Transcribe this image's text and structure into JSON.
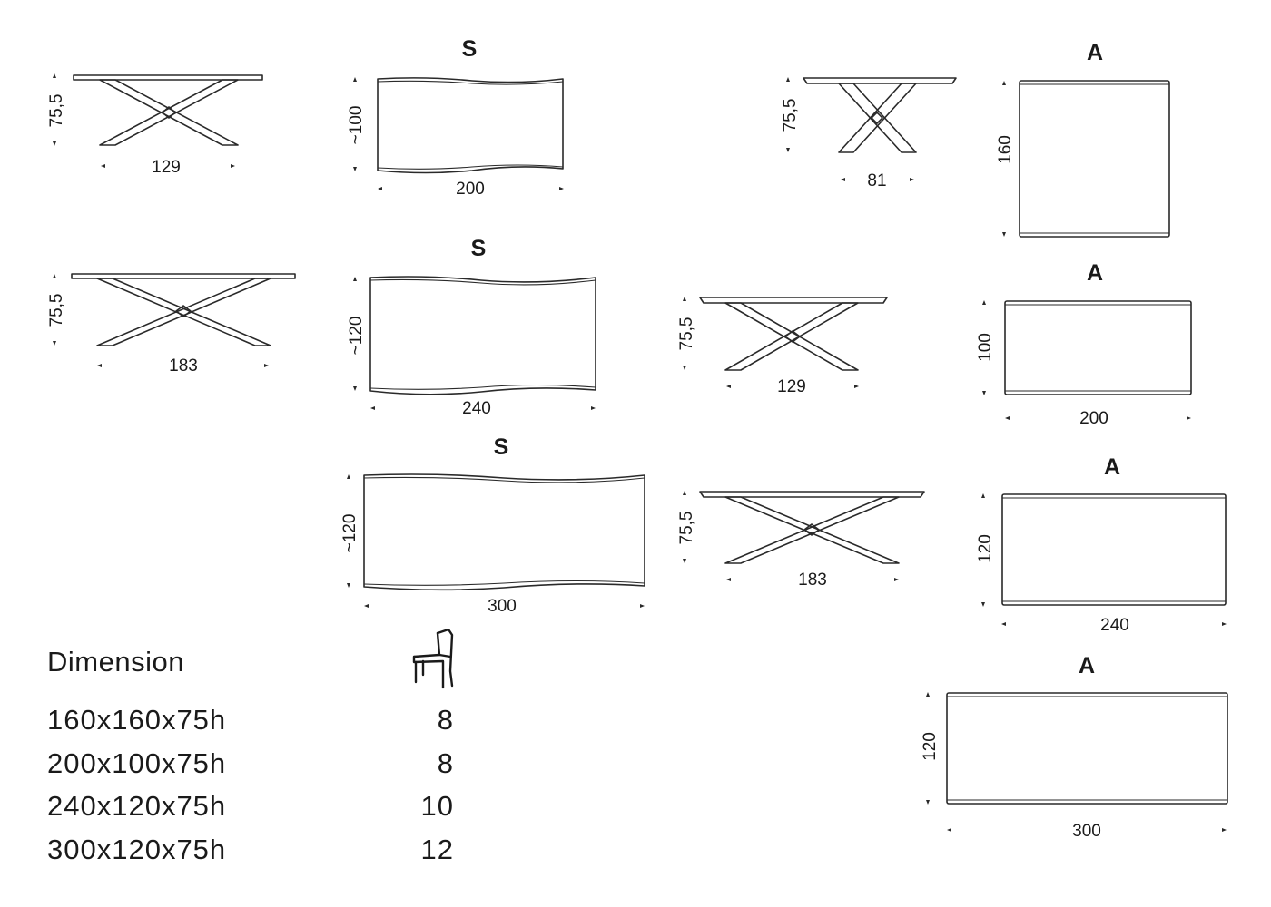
{
  "variants": {
    "S": {
      "label": "S",
      "views": [
        {
          "height": "75,5",
          "base_width": "129",
          "top_depth": "~100",
          "top_length": "200"
        },
        {
          "height": "75,5",
          "base_width": "183",
          "top_depth": "~120",
          "top_length": "240"
        },
        {
          "top_depth": "~120",
          "top_length": "300"
        }
      ]
    },
    "A": {
      "label": "A",
      "views": [
        {
          "height": "75,5",
          "base_width": "81",
          "top_depth": "160"
        },
        {
          "height": "75,5",
          "base_width": "129",
          "top_depth": "100",
          "top_length": "200"
        },
        {
          "height": "75,5",
          "base_width": "183",
          "top_depth": "120",
          "top_length": "240"
        },
        {
          "top_depth": "120",
          "top_length": "300"
        }
      ]
    }
  },
  "dimension_table": {
    "title": "Dimension",
    "seats_icon": "chair-icon",
    "rows": [
      {
        "dimension": "160x160x75h",
        "seats": "8"
      },
      {
        "dimension": "200x100x75h",
        "seats": "8"
      },
      {
        "dimension": "240x120x75h",
        "seats": "10"
      },
      {
        "dimension": "300x120x75h",
        "seats": "12"
      }
    ]
  }
}
